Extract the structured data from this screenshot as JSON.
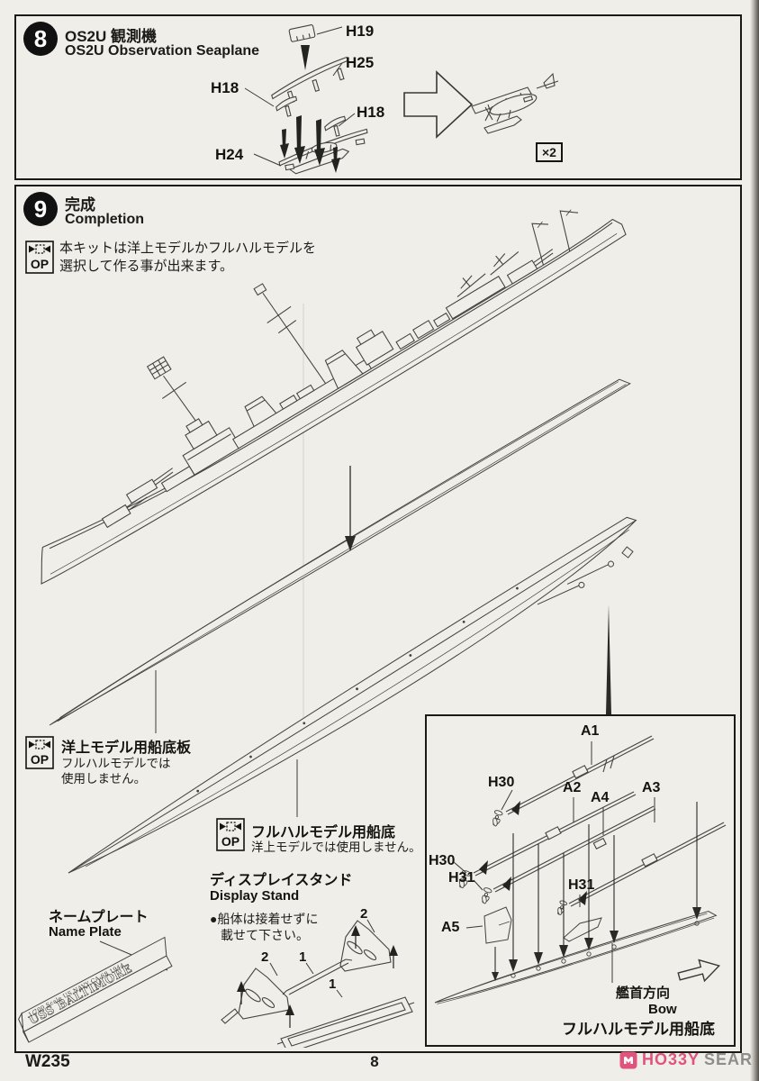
{
  "op_label": "OP",
  "step8": {
    "number": "8",
    "title_jp": "OS2U 観測機",
    "title_en": "OS2U Observation Seaplane",
    "labels": [
      "H19",
      "H25",
      "H18",
      "H18",
      "H24"
    ],
    "multiplier": "×2"
  },
  "step9": {
    "number": "9",
    "title_jp": "完成",
    "title_en": "Completion",
    "op_note": {
      "line1": "本キットは洋上モデルかフルハルモデルを",
      "line2": "選択して作る事が出来ます。"
    },
    "op_waterline": {
      "title": "洋上モデル用船底板",
      "sub1": "フルハルモデルでは",
      "sub2": "使用しません。"
    },
    "op_fullhull": {
      "title": "フルハルモデル用船底",
      "sub": "洋上モデルでは使用しません。"
    },
    "nameplate": {
      "label_jp": "ネームプレート",
      "label_en": "Name Plate",
      "plate_line1": "1/700 Scale US NAVY CA-68 1944",
      "plate_line2": "USS BALTIMORE"
    },
    "stand": {
      "label_jp": "ディスプレイスタンド",
      "label_en": "Display Stand",
      "note1": "●船体は接着せずに",
      "note2": "載せて下さい。",
      "numbers": [
        "2",
        "2",
        "1",
        "1"
      ]
    },
    "inset": {
      "labels": [
        "A1",
        "H30",
        "A2",
        "A4",
        "A3",
        "H30",
        "H31",
        "H31",
        "A5"
      ],
      "bow_jp": "艦首方向",
      "bow_en": "Bow",
      "caption": "フルハルモデル用船底"
    }
  },
  "footer": {
    "code": "W235",
    "page": "8",
    "brand_pink": "HO33Y",
    "brand_gray": "SEARCH"
  }
}
